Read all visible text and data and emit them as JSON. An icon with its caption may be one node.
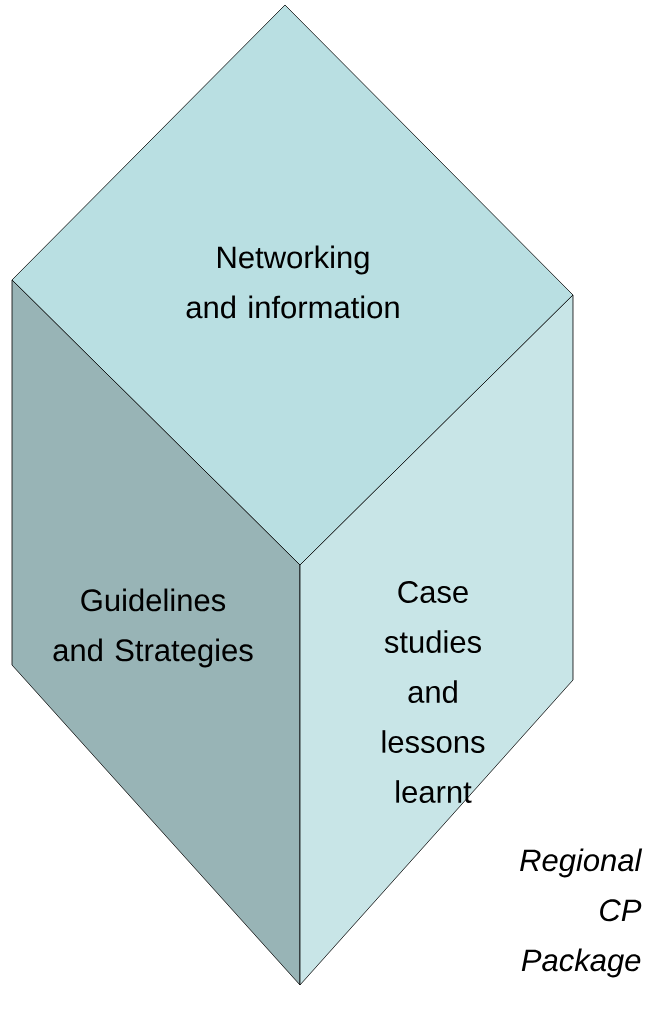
{
  "diagram": {
    "nodes": [
      {
        "text": [
          "Networking and information"
        ]
      },
      {
        "text": [
          "Guidelines and Strategies"
        ]
      },
      {
        "text": [
          "Case studies and lessons learnt"
        ]
      }
    ],
    "labels": [
      "Regional CP Package"
    ]
  }
}
